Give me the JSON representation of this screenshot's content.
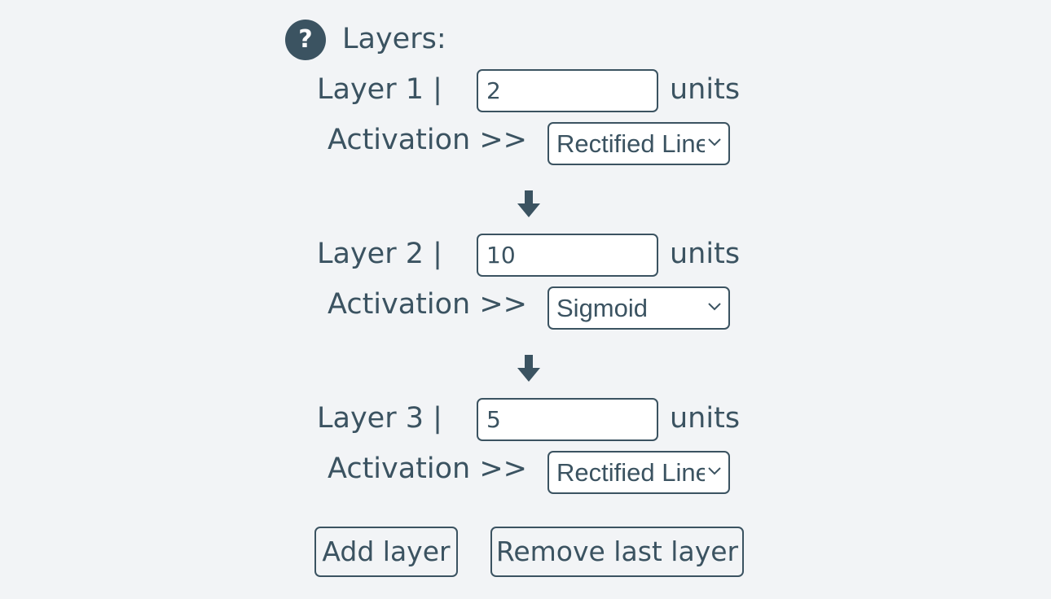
{
  "header": {
    "help_icon_glyph": "?",
    "title": "Layers:"
  },
  "layers": [
    {
      "label": "Layer 1 |",
      "units_value": "2",
      "units_suffix": "units",
      "activation_label": "Activation >>",
      "activation_selected": "Rectified Linear"
    },
    {
      "label": "Layer 2 |",
      "units_value": "10",
      "units_suffix": "units",
      "activation_label": "Activation >>",
      "activation_selected": "Sigmoid"
    },
    {
      "label": "Layer 3 |",
      "units_value": "5",
      "units_suffix": "units",
      "activation_label": "Activation >>",
      "activation_selected": "Rectified Linear"
    }
  ],
  "connectors": [
    "arrow-down-icon",
    "arrow-down-icon"
  ],
  "actions": {
    "add_label": "Add layer",
    "remove_label": "Remove last layer"
  },
  "colors": {
    "background": "#f2f4f6",
    "accent": "#3b5361",
    "field_background": "#ffffff"
  }
}
